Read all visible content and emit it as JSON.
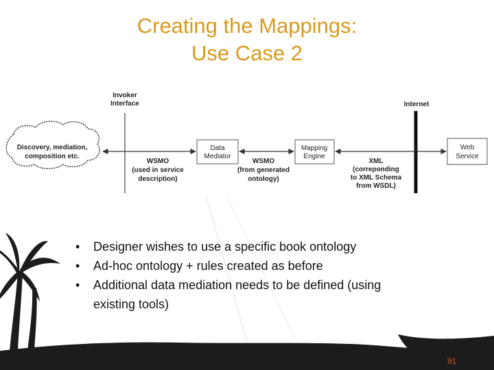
{
  "slide": {
    "title_line1": "Creating the Mappings:",
    "title_line2": "Use Case 2",
    "slide_number": "91"
  },
  "diagram": {
    "invoker_interface_line1": "Invoker",
    "invoker_interface_line2": "Interface",
    "internet_label": "Internet",
    "cloud_line1": "Discovery, mediation,",
    "cloud_line2": "composition etc.",
    "data_mediator_line1": "Data",
    "data_mediator_line2": "Mediator",
    "mapping_engine_line1": "Mapping",
    "mapping_engine_line2": "Engine",
    "web_service_line1": "Web",
    "web_service_line2": "Service",
    "wsmo1_line1": "WSMO",
    "wsmo1_line2": "(used in service",
    "wsmo1_line3": "description)",
    "wsmo2_line1": "WSMO",
    "wsmo2_line2": "(from generated",
    "wsmo2_line3": "ontology)",
    "xml_line1": "XML",
    "xml_line2": "(correponding",
    "xml_line3": "to XML Schema",
    "xml_line4": "from WSDL)"
  },
  "bullets": [
    {
      "mark": "•",
      "text": "Designer wishes to use a specific book ontology"
    },
    {
      "mark": "•",
      "text": "Ad-hoc ontology + rules created as before"
    },
    {
      "mark": "•",
      "text": "Additional data mediation needs to be defined (using existing tools)"
    }
  ],
  "colors": {
    "title": "#d9991c",
    "slide_number": "#c8561a",
    "silhouette": "#1c1c1c"
  }
}
